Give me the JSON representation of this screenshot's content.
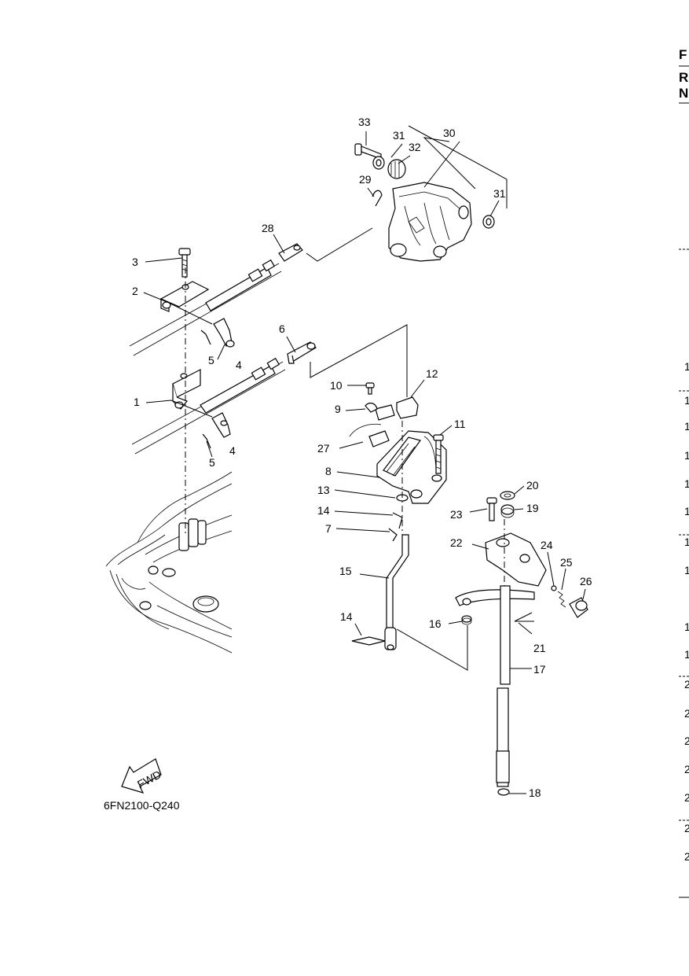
{
  "diagram": {
    "code": "6FN2100-Q240",
    "fwd_label": "FWD",
    "callouts": [
      "1",
      "2",
      "3",
      "4",
      "5",
      "6",
      "7",
      "8",
      "9",
      "10",
      "11",
      "12",
      "13",
      "14",
      "15",
      "16",
      "17",
      "18",
      "19",
      "20",
      "21",
      "22",
      "23",
      "24",
      "25",
      "26",
      "27",
      "28",
      "29",
      "30",
      "31",
      "32",
      "33"
    ],
    "dup_callouts": {
      "4b": "4",
      "5b": "5",
      "14b": "14",
      "31b": "31"
    }
  },
  "right_edge": {
    "header": [
      "F",
      "R",
      "N"
    ],
    "row_numbers": [
      "1",
      "1",
      "1",
      "1",
      "1",
      "1",
      "1",
      "1",
      "1",
      "1",
      "2",
      "2",
      "2",
      "2",
      "2",
      "2",
      "2"
    ]
  }
}
